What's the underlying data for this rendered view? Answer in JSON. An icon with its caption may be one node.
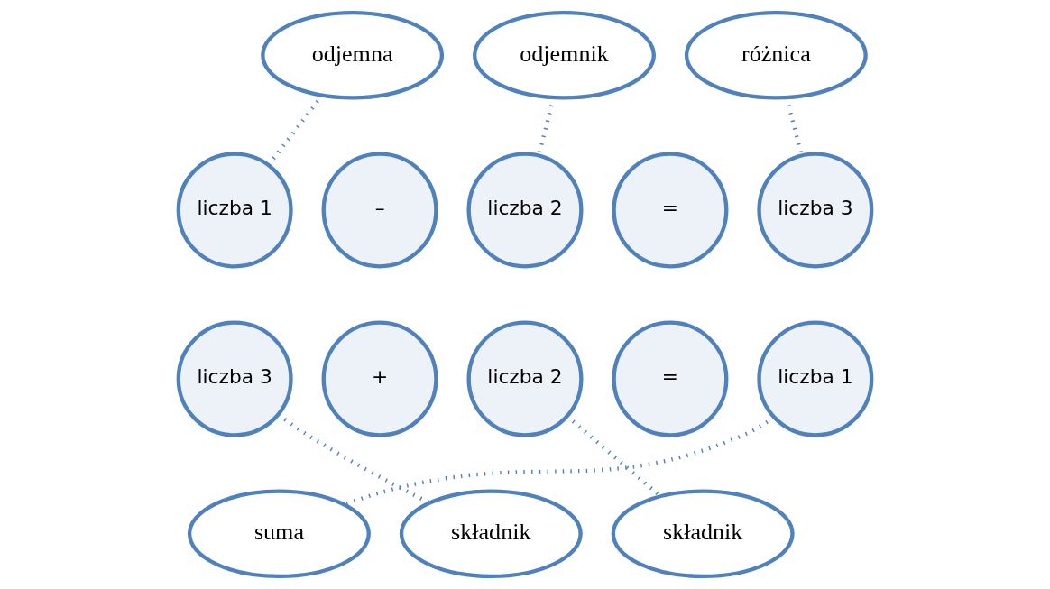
{
  "diagram": {
    "nodes": [
      {
        "text": [
          "odjemna"
        ]
      },
      {
        "text": [
          "odjemnik"
        ]
      },
      {
        "text": [
          "różnica"
        ]
      },
      {
        "text": [
          "liczba 1"
        ]
      },
      {
        "text": [
          "–"
        ]
      },
      {
        "text": [
          "liczba 2"
        ]
      },
      {
        "text": [
          "="
        ]
      },
      {
        "text": [
          "liczba 3"
        ]
      },
      {
        "text": [
          "liczba 3"
        ]
      },
      {
        "text": [
          "+"
        ]
      },
      {
        "text": [
          "liczba 2"
        ]
      },
      {
        "text": [
          "="
        ]
      },
      {
        "text": [
          "liczba 1"
        ]
      },
      {
        "text": [
          "suma"
        ]
      },
      {
        "text": [
          "składnik"
        ]
      },
      {
        "text": [
          "składnik"
        ]
      }
    ],
    "edges": [
      {
        "from": 0,
        "to": 3,
        "arrow": "none"
      },
      {
        "from": 1,
        "to": 5,
        "arrow": "none"
      },
      {
        "from": 2,
        "to": 7,
        "arrow": "none"
      },
      {
        "from": 12,
        "to": 13,
        "arrow": "none"
      },
      {
        "from": 8,
        "to": 14,
        "arrow": "none"
      },
      {
        "from": 10,
        "to": 15,
        "arrow": "none"
      }
    ]
  }
}
